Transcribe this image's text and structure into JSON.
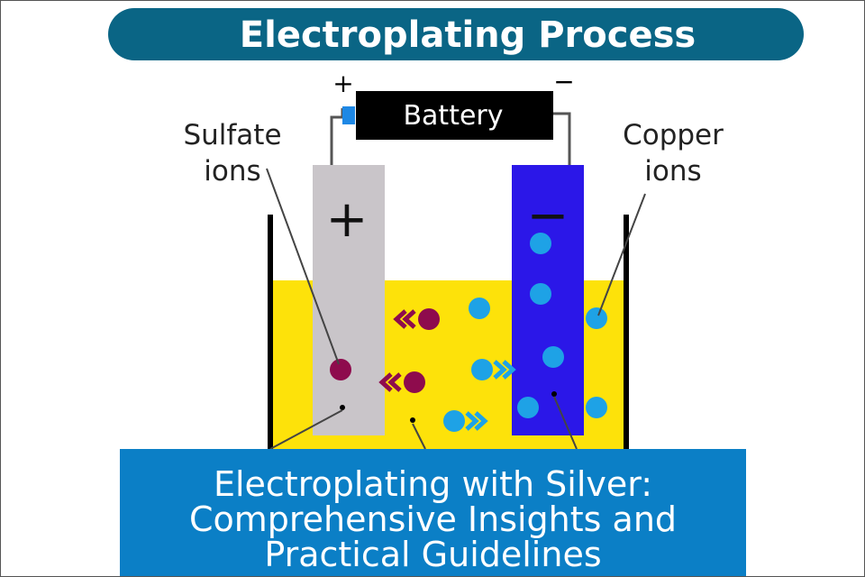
{
  "header": {
    "title": "Electroplating Process"
  },
  "battery": {
    "label": "Battery",
    "positive_sign": "+",
    "negative_sign": "−"
  },
  "electrodes": {
    "anode_sign": "+",
    "cathode_sign": "−"
  },
  "labels": {
    "sulfate_line1": "Sulfate",
    "sulfate_line2": "ions",
    "copper_line1": "Copper",
    "copper_line2": "ions"
  },
  "caption": {
    "line1": "Electroplating with Silver:",
    "line2": "Comprehensive Insights and",
    "line3": "Practical Guidelines"
  },
  "colors": {
    "header_bg": "#0a6585",
    "solution": "#fde20a",
    "anode": "#c9c5c9",
    "cathode": "#2b17e8",
    "copper_ion": "#1ea2e6",
    "sulfate_ion": "#8e0b4d",
    "caption_bg": "#0b7fc6"
  }
}
